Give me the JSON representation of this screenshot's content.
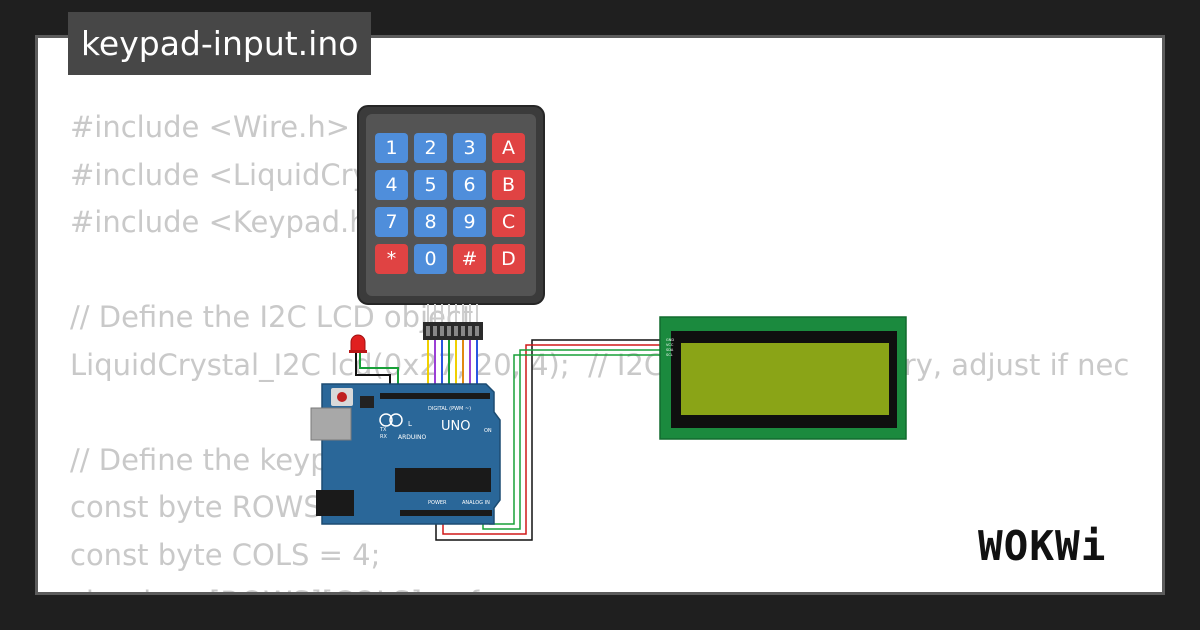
{
  "project": {
    "filename": "keypad-input.ino",
    "brand": "WOKWi"
  },
  "code_lines": [
    "#include <Wire.h>",
    "#include <LiquidCrystal_I2C.h>",
    "#include <Keypad.h>",
    "",
    "// Define the I2C LCD object",
    "LiquidCrystal_I2C lcd(0x27, 20, 4);  // I2C address may vary, adjust if nec",
    "",
    "// Define the keypad",
    "const byte ROWS = 4;",
    "const byte COLS = 4;",
    "char keys[ROWS][COLS] = {"
  ],
  "keypad": {
    "keys": [
      "1",
      "2",
      "3",
      "A",
      "4",
      "5",
      "6",
      "B",
      "7",
      "8",
      "9",
      "C",
      "*",
      "0",
      "#",
      "D"
    ],
    "colors": {
      "number_key": "#4f8edb",
      "letter_key": "#e04343",
      "body": "#3b3b3b"
    }
  },
  "arduino": {
    "board_label": "UNO",
    "brand_label": "ARDUINO",
    "digital_label": "DIGITAL (PWM ~)",
    "power_label": "POWER",
    "analog_label": "ANALOG IN",
    "tx_label": "TX",
    "rx_label": "RX",
    "on_label": "ON",
    "l_label": "L",
    "color": "#2a6799"
  },
  "lcd": {
    "pin_labels": [
      "GND",
      "VCC",
      "SDA",
      "SCL"
    ],
    "colors": {
      "board": "#1b8a3e",
      "screen": "#8aa417"
    }
  }
}
